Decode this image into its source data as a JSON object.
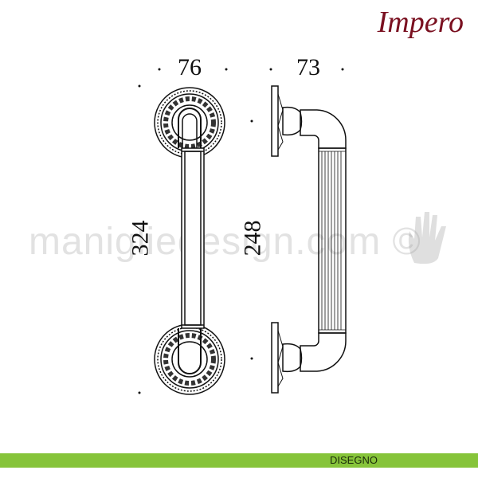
{
  "brand": "Impero",
  "dimensions": {
    "width_front": "76",
    "width_side": "73",
    "height_front": "324",
    "height_side": "248"
  },
  "watermark": "manigliedesign.com ©",
  "footer": {
    "label": "DISEGNO"
  },
  "colors": {
    "brand": "#7a1020",
    "footer": "#86c43a"
  }
}
